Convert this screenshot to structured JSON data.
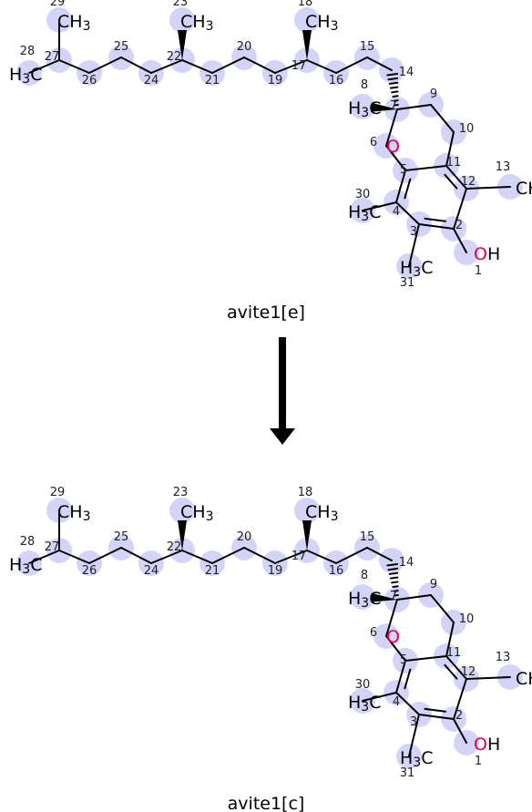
{
  "reaction": {
    "top_caption": "avite1[e]",
    "bottom_caption": "avite1[c]"
  },
  "colors": {
    "highlight": "#d4d4f8",
    "heteroatom": "#e0004f",
    "bond": "#000000"
  },
  "atom_labels": {
    "ch3": "CH3",
    "h3c": "H3C",
    "o": "O",
    "oh": "OH"
  },
  "atom_numbers": [
    "1",
    "2",
    "3",
    "4",
    "5",
    "6",
    "7",
    "8",
    "9",
    "10",
    "11",
    "12",
    "13",
    "14",
    "15",
    "16",
    "17",
    "18",
    "19",
    "20",
    "21",
    "22",
    "23",
    "24",
    "25",
    "26",
    "27",
    "28",
    "29",
    "30",
    "31"
  ]
}
